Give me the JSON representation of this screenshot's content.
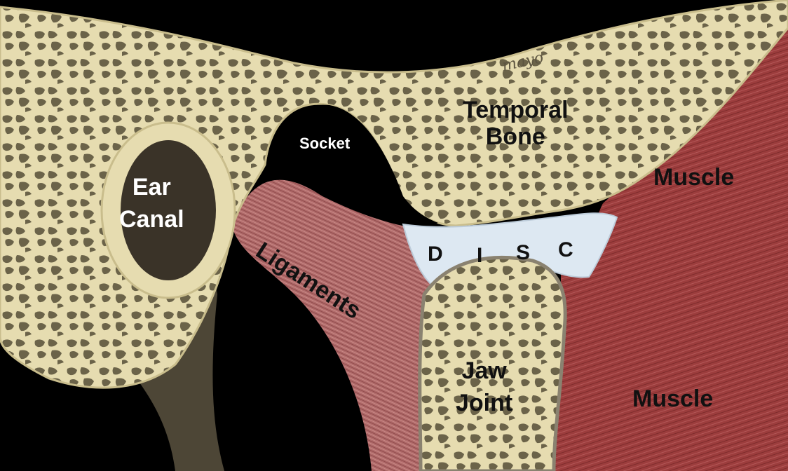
{
  "labels": {
    "socket": "Socket",
    "temporal_bone": [
      "Temporal",
      "Bone"
    ],
    "ear_canal": [
      "Ear",
      "Canal"
    ],
    "muscle_upper": "Muscle",
    "ligaments": "Ligaments",
    "disc": [
      "D",
      "I",
      "S",
      "C"
    ],
    "jaw_joint": [
      "Jaw",
      "Joint"
    ],
    "muscle_lower": "Muscle"
  },
  "signature": "mayo",
  "colors": {
    "background": "#000000",
    "bone": "#e6dcb0",
    "bone_cavity": "#6b6349",
    "ligament": "#b06a6a",
    "muscle": "#9c3d3d",
    "disc": "#dde8f2",
    "canal_interior": "#3a3328"
  }
}
